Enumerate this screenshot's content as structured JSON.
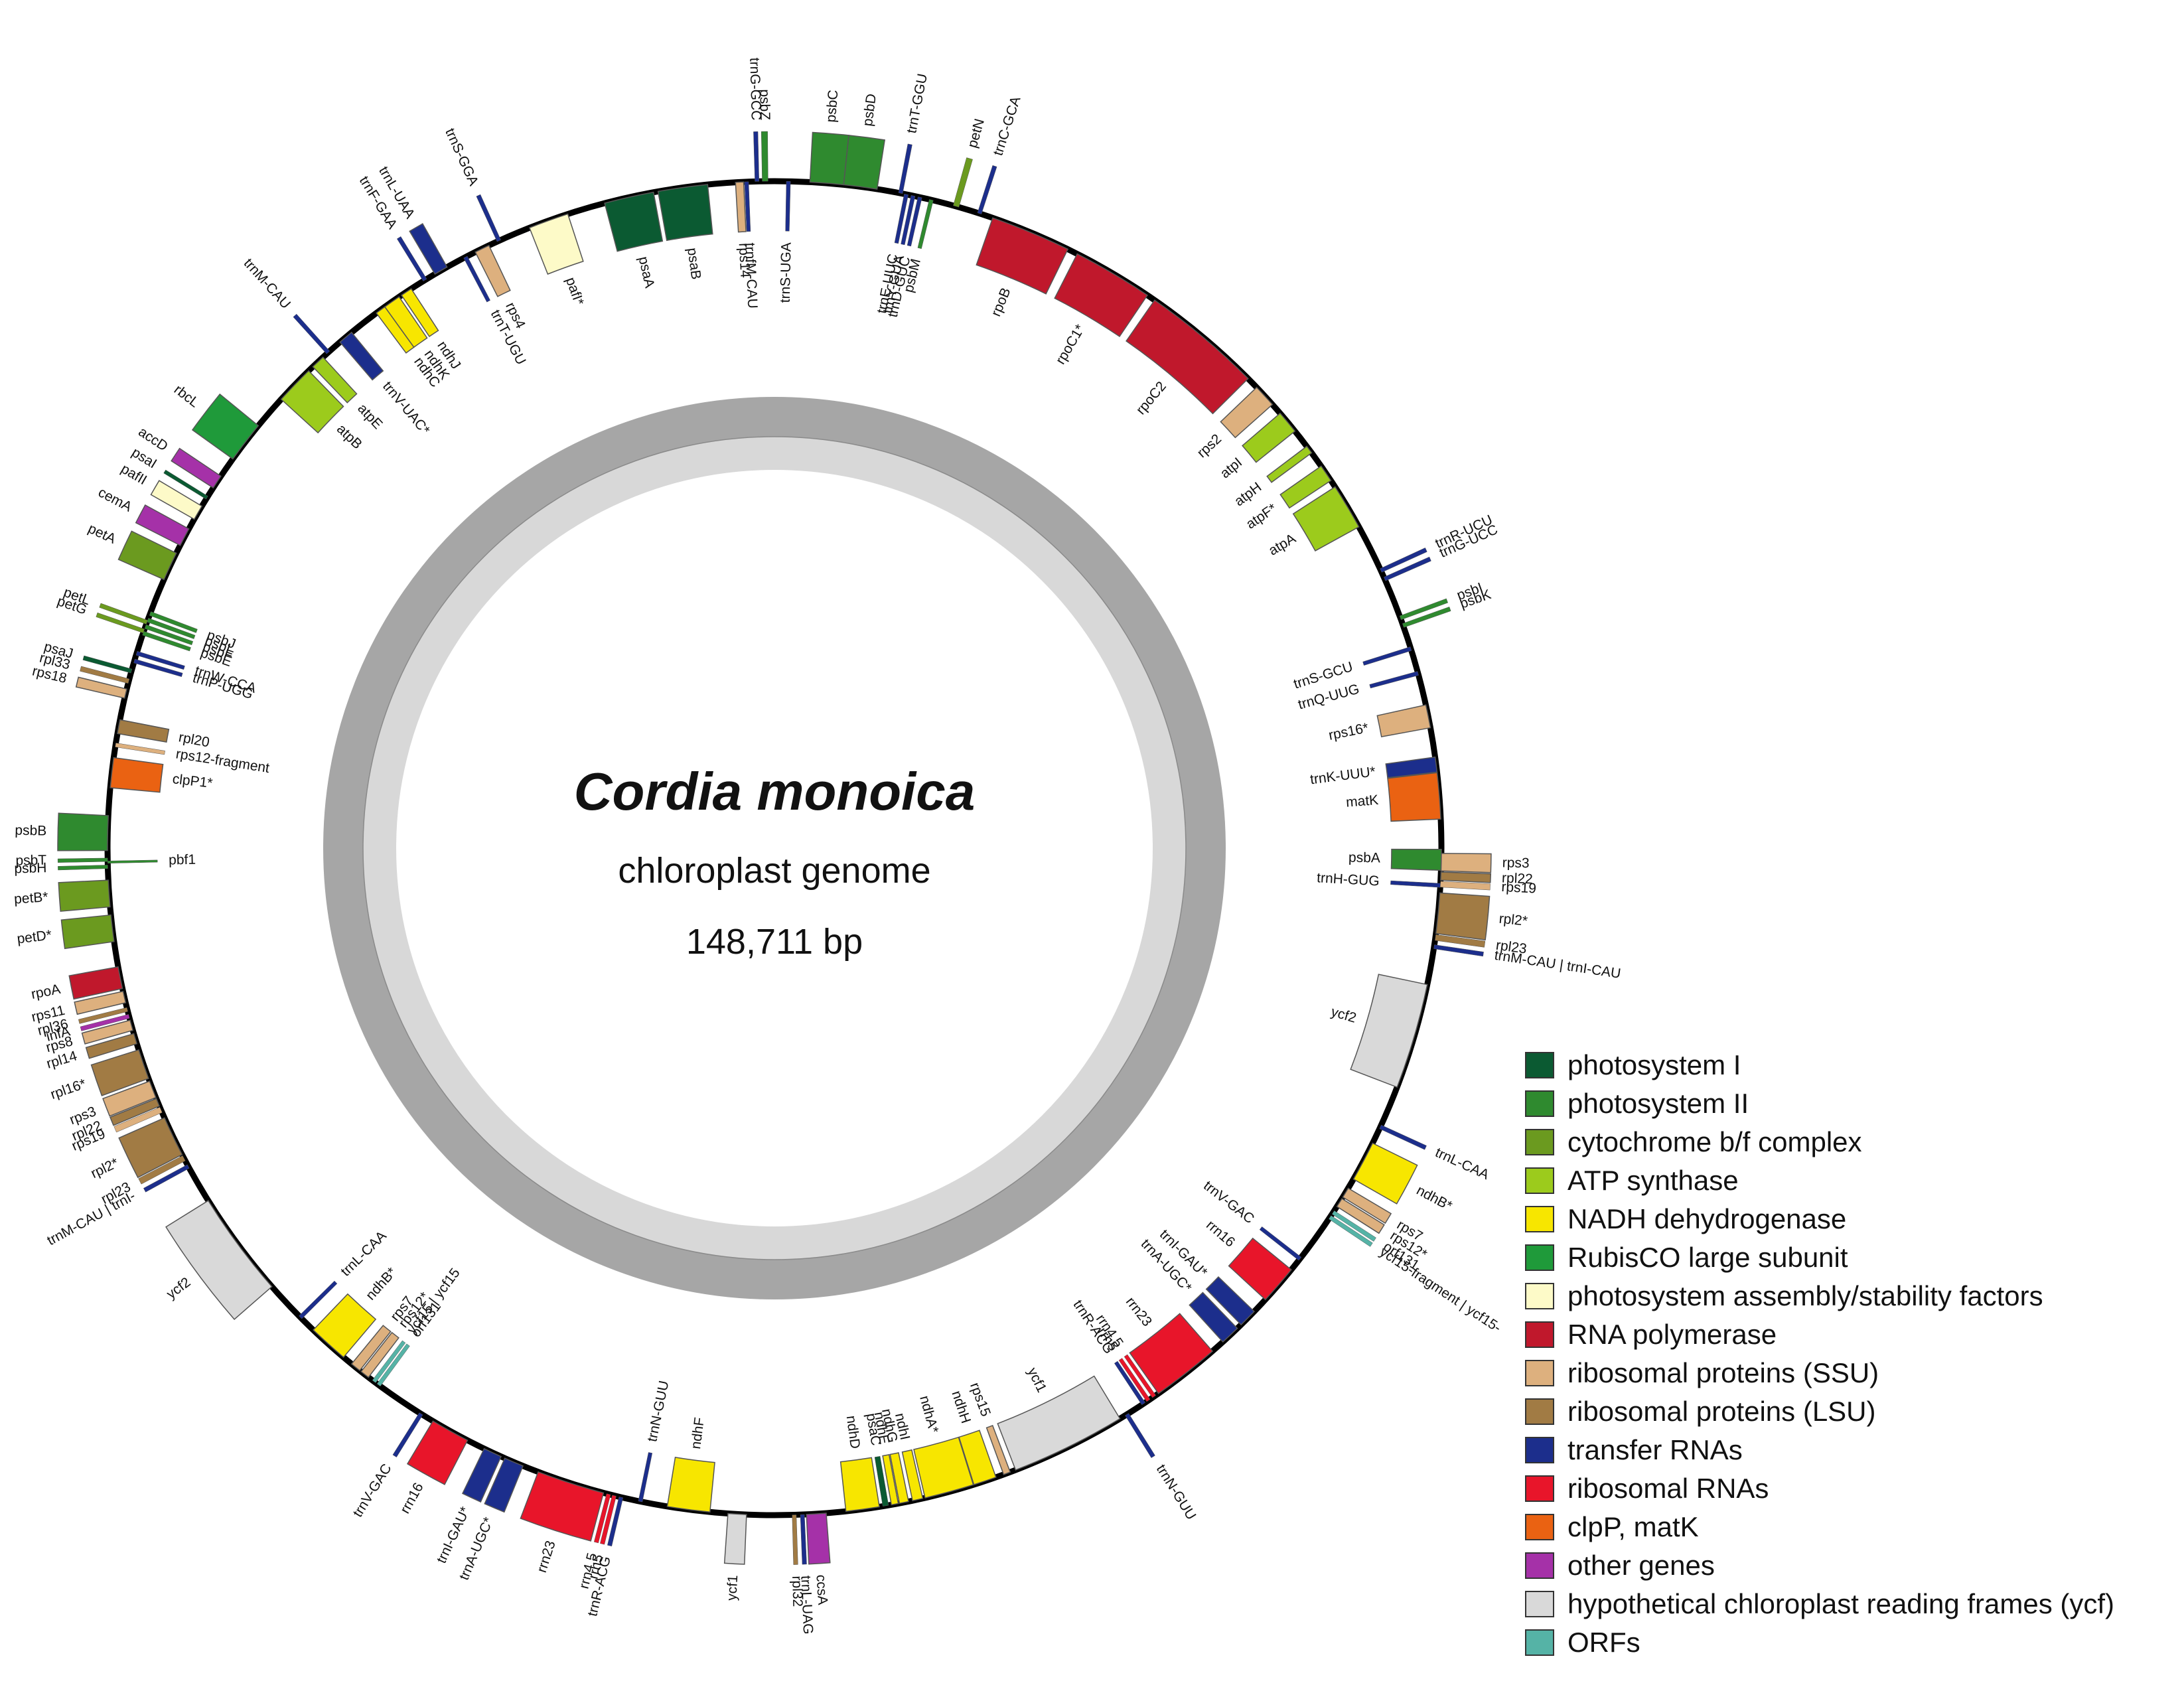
{
  "title": {
    "species": "Cordia monoica",
    "subtitle": "chloroplast genome",
    "length": "148,711 bp"
  },
  "categories": [
    {
      "key": "psI",
      "label": "photosystem I",
      "color": "#0b5a32"
    },
    {
      "key": "psII",
      "label": "photosystem II",
      "color": "#2f8a2f"
    },
    {
      "key": "cytb6f",
      "label": "cytochrome b/f complex",
      "color": "#6b9a1f"
    },
    {
      "key": "atp",
      "label": "ATP synthase",
      "color": "#9ccb1c"
    },
    {
      "key": "ndh",
      "label": "NADH dehydrogenase",
      "color": "#f7e600"
    },
    {
      "key": "rbc",
      "label": "RubisCO large subunit",
      "color": "#1f9a3a"
    },
    {
      "key": "paf",
      "label": "photosystem assembly/stability factors",
      "color": "#fdfac8"
    },
    {
      "key": "rpo",
      "label": "RNA polymerase",
      "color": "#c0182c"
    },
    {
      "key": "rps",
      "label": "ribosomal proteins (SSU)",
      "color": "#ddb07e"
    },
    {
      "key": "rpl",
      "label": "ribosomal proteins (LSU)",
      "color": "#a17b44"
    },
    {
      "key": "trn",
      "label": "transfer RNAs",
      "color": "#1c2e8c"
    },
    {
      "key": "rrn",
      "label": "ribosomal RNAs",
      "color": "#e8152a"
    },
    {
      "key": "clp",
      "label": "clpP, matK",
      "color": "#ea6212"
    },
    {
      "key": "other",
      "label": "other genes",
      "color": "#a531a8"
    },
    {
      "key": "ycf",
      "label": "hypothetical chloroplast reading frames (ycf)",
      "color": "#d9d9d9"
    },
    {
      "key": "orf",
      "label": "ORFs",
      "color": "#55b3a6"
    }
  ],
  "genes": [
    {
      "name": "psbA",
      "cat": "psII",
      "a": 91.0,
      "len": 1.8,
      "out": false
    },
    {
      "name": "trnH-GUG",
      "cat": "trn",
      "a": 93.2,
      "len": 0.35,
      "out": false
    },
    {
      "name": "matK",
      "cat": "clp",
      "a": 85.5,
      "len": 4.0,
      "out": false
    },
    {
      "name": "trnK-UUU*",
      "cat": "trn",
      "a": 82.8,
      "len": 1.3,
      "out": false
    },
    {
      "name": "rps16*",
      "cat": "rps",
      "a": 78.6,
      "len": 2.0,
      "out": false
    },
    {
      "name": "trnQ-UUG",
      "cat": "trn",
      "a": 74.8,
      "len": 0.35,
      "out": false
    },
    {
      "name": "trnS-GCU",
      "cat": "trn",
      "a": 72.6,
      "len": 0.35,
      "out": false
    },
    {
      "name": "psbK",
      "cat": "psII",
      "a": 70.5,
      "len": 0.35,
      "out": true
    },
    {
      "name": "psbI",
      "cat": "psII",
      "a": 69.8,
      "len": 0.35,
      "out": true
    },
    {
      "name": "trnG-UCC",
      "cat": "trn",
      "a": 66.2,
      "len": 0.35,
      "out": true
    },
    {
      "name": "trnR-UCU",
      "cat": "trn",
      "a": 65.4,
      "len": 0.35,
      "out": true
    },
    {
      "name": "atpA",
      "cat": "atp",
      "a": 59.2,
      "len": 4.0,
      "out": false
    },
    {
      "name": "atpF*",
      "cat": "atp",
      "a": 55.8,
      "len": 1.5,
      "out": false
    },
    {
      "name": "atpH",
      "cat": "atp",
      "a": 53.3,
      "len": 0.7,
      "out": false
    },
    {
      "name": "atpI",
      "cat": "atp",
      "a": 50.3,
      "len": 2.0,
      "out": false
    },
    {
      "name": "rps2",
      "cat": "rps",
      "a": 47.3,
      "len": 2.0,
      "out": false
    },
    {
      "name": "rpoC2",
      "cat": "rpo",
      "a": 40.0,
      "len": 10.5,
      "out": false
    },
    {
      "name": "rpoC1*",
      "cat": "rpo",
      "a": 30.5,
      "len": 7.0,
      "out": false
    },
    {
      "name": "rpoB",
      "cat": "rpo",
      "a": 22.6,
      "len": 7.0,
      "out": false
    },
    {
      "name": "trnC-GCA",
      "cat": "trn",
      "a": 17.9,
      "len": 0.35,
      "out": true
    },
    {
      "name": "petN",
      "cat": "cytb6f",
      "a": 15.8,
      "len": 0.5,
      "out": true
    },
    {
      "name": "psbM",
      "cat": "psII",
      "a": 13.6,
      "len": 0.35,
      "out": false
    },
    {
      "name": "trnD-GUC",
      "cat": "trn",
      "a": 12.6,
      "len": 0.35,
      "out": false
    },
    {
      "name": "trnY-GUA",
      "cat": "trn",
      "a": 12.0,
      "len": 0.35,
      "out": false
    },
    {
      "name": "trnE-UUC",
      "cat": "trn",
      "a": 11.4,
      "len": 0.35,
      "out": false
    },
    {
      "name": "trnT-GGU",
      "cat": "trn",
      "a": 10.9,
      "len": 0.35,
      "out": true
    },
    {
      "name": "psbD",
      "cat": "psII",
      "a": 7.4,
      "len": 2.9,
      "out": true
    },
    {
      "name": "psbC",
      "cat": "psII",
      "a": 4.5,
      "len": 2.9,
      "out": true
    },
    {
      "name": "trnS-UGA",
      "cat": "trn",
      "a": 1.2,
      "len": 0.35,
      "out": false
    },
    {
      "name": "psbZ",
      "cat": "psII",
      "a": 359.2,
      "len": 0.5,
      "out": true
    },
    {
      "name": "trnG-GCC",
      "cat": "trn",
      "a": 358.5,
      "len": 0.35,
      "out": true
    },
    {
      "name": "trnfM-CAU",
      "cat": "trn",
      "a": 357.6,
      "len": 0.35,
      "out": false
    },
    {
      "name": "rps14",
      "cat": "rps",
      "a": 357.0,
      "len": 0.7,
      "out": false
    },
    {
      "name": "psaB",
      "cat": "psI",
      "a": 352.1,
      "len": 4.3,
      "out": false
    },
    {
      "name": "psaA",
      "cat": "psI",
      "a": 347.4,
      "len": 4.3,
      "out": false
    },
    {
      "name": "pafI*",
      "cat": "paf",
      "a": 340.2,
      "len": 3.5,
      "out": false
    },
    {
      "name": "trnS-GGA",
      "cat": "trn",
      "a": 335.6,
      "len": 0.35,
      "out": true
    },
    {
      "name": "rps4",
      "cat": "rps",
      "a": 334.0,
      "len": 1.3,
      "out": false
    },
    {
      "name": "trnT-UGU",
      "cat": "trn",
      "a": 332.4,
      "len": 0.35,
      "out": false
    },
    {
      "name": "trnL-UAA",
      "cat": "trn",
      "a": 330.0,
      "len": 1.2,
      "out": true
    },
    {
      "name": "trnF-GAA",
      "cat": "trn",
      "a": 328.4,
      "len": 0.35,
      "out": true
    },
    {
      "name": "ndhJ",
      "cat": "ndh",
      "a": 326.5,
      "len": 1.0,
      "out": false
    },
    {
      "name": "ndhK",
      "cat": "ndh",
      "a": 325.0,
      "len": 1.5,
      "out": false
    },
    {
      "name": "ndhC",
      "cat": "ndh",
      "a": 323.8,
      "len": 0.9,
      "out": false
    },
    {
      "name": "trnV-UAC*",
      "cat": "trn",
      "a": 320.0,
      "len": 1.3,
      "out": false
    },
    {
      "name": "trnM-CAU",
      "cat": "trn",
      "a": 318.0,
      "len": 0.35,
      "out": true
    },
    {
      "name": "atpE",
      "cat": "atp",
      "a": 316.8,
      "len": 1.2,
      "out": false
    },
    {
      "name": "atpB",
      "cat": "atp",
      "a": 314.0,
      "len": 3.4,
      "out": false
    },
    {
      "name": "rbcL",
      "cat": "rbc",
      "a": 307.5,
      "len": 3.6,
      "out": true
    },
    {
      "name": "accD",
      "cat": "other",
      "a": 303.3,
      "len": 1.2,
      "out": true
    },
    {
      "name": "psaI",
      "cat": "psI",
      "a": 301.7,
      "len": 0.3,
      "out": true
    },
    {
      "name": "pafII",
      "cat": "paf",
      "a": 300.2,
      "len": 1.3,
      "out": true
    },
    {
      "name": "cemA",
      "cat": "other",
      "a": 297.8,
      "len": 1.6,
      "out": true
    },
    {
      "name": "petA",
      "cat": "cytb6f",
      "a": 295.0,
      "len": 2.5,
      "out": true
    },
    {
      "name": "psbJ",
      "cat": "psII",
      "a": 290.6,
      "len": 0.35,
      "out": false
    },
    {
      "name": "psbL",
      "cat": "psII",
      "a": 290.0,
      "len": 0.35,
      "out": false
    },
    {
      "name": "psbF",
      "cat": "psII",
      "a": 289.4,
      "len": 0.35,
      "out": false
    },
    {
      "name": "psbE",
      "cat": "psII",
      "a": 288.8,
      "len": 0.35,
      "out": false
    },
    {
      "name": "petL",
      "cat": "cytb6f",
      "a": 289.8,
      "len": 0.35,
      "out": true
    },
    {
      "name": "petG",
      "cat": "cytb6f",
      "a": 289.0,
      "len": 0.35,
      "out": true
    },
    {
      "name": "trnW-CCA",
      "cat": "trn",
      "a": 287.0,
      "len": 0.35,
      "out": false
    },
    {
      "name": "trnP-UGG",
      "cat": "trn",
      "a": 286.3,
      "len": 0.35,
      "out": false
    },
    {
      "name": "psaJ",
      "cat": "psI",
      "a": 285.4,
      "len": 0.35,
      "out": true
    },
    {
      "name": "rpl33",
      "cat": "rpl",
      "a": 284.5,
      "len": 0.4,
      "out": true
    },
    {
      "name": "rps18",
      "cat": "rps",
      "a": 283.4,
      "len": 0.8,
      "out": true
    },
    {
      "name": "rpl20",
      "cat": "rpl",
      "a": 280.5,
      "len": 1.2,
      "out": false
    },
    {
      "name": "rps12-fragment",
      "cat": "rps",
      "a": 278.9,
      "len": 0.35,
      "out": false
    },
    {
      "name": "clpP1*",
      "cat": "clp",
      "a": 276.5,
      "len": 2.6,
      "out": false
    },
    {
      "name": "psbB",
      "cat": "psII",
      "a": 271.3,
      "len": 3.0,
      "out": true
    },
    {
      "name": "psbT",
      "cat": "psII",
      "a": 269.0,
      "len": 0.3,
      "out": true
    },
    {
      "name": "psbH",
      "cat": "psII",
      "a": 268.4,
      "len": 0.3,
      "out": true
    },
    {
      "name": "pbf1",
      "cat": "psII",
      "a": 268.8,
      "len": 0.2,
      "out": false
    },
    {
      "name": "petB*",
      "cat": "cytb6f",
      "a": 266.1,
      "len": 2.3,
      "out": true
    },
    {
      "name": "petD*",
      "cat": "cytb6f",
      "a": 263.1,
      "len": 2.3,
      "out": true
    },
    {
      "name": "rpoA",
      "cat": "rpo",
      "a": 258.8,
      "len": 1.9,
      "out": true
    },
    {
      "name": "rps11",
      "cat": "rps",
      "a": 257.1,
      "len": 1.0,
      "out": true
    },
    {
      "name": "rpl36",
      "cat": "rpl",
      "a": 256.0,
      "len": 0.35,
      "out": true
    },
    {
      "name": "infA",
      "cat": "other",
      "a": 255.4,
      "len": 0.35,
      "out": true
    },
    {
      "name": "rps8",
      "cat": "rps",
      "a": 254.6,
      "len": 0.9,
      "out": true
    },
    {
      "name": "rpl14",
      "cat": "rpl",
      "a": 253.4,
      "len": 0.9,
      "out": true
    },
    {
      "name": "rpl16*",
      "cat": "rpl",
      "a": 251.1,
      "len": 2.6,
      "out": true
    },
    {
      "name": "rps3",
      "cat": "rps",
      "a": 248.8,
      "len": 1.5,
      "out": true
    },
    {
      "name": "rpl22",
      "cat": "rpl",
      "a": 247.6,
      "len": 0.7,
      "out": true
    },
    {
      "name": "rps19",
      "cat": "rps",
      "a": 246.9,
      "len": 0.5,
      "out": true
    },
    {
      "name": "rpl2*",
      "cat": "rpl",
      "a": 244.4,
      "len": 3.5,
      "out": true
    },
    {
      "name": "rpl23",
      "cat": "rpl",
      "a": 242.3,
      "len": 0.5,
      "out": true
    },
    {
      "name": "trnM-CAU | trnI-",
      "cat": "trn",
      "a": 241.5,
      "len": 0.35,
      "out": true
    },
    {
      "name": "ycf2",
      "cat": "ycf",
      "a": 233.5,
      "len": 9.2,
      "out": true
    },
    {
      "name": "trnL-CAA",
      "cat": "trn",
      "a": 225.3,
      "len": 0.35,
      "out": false
    },
    {
      "name": "ndhB*",
      "cat": "ndh",
      "a": 222.0,
      "len": 3.5,
      "out": false
    },
    {
      "name": "rps7",
      "cat": "rps",
      "a": 218.9,
      "len": 0.9,
      "out": false
    },
    {
      "name": "rps12*",
      "cat": "rps",
      "a": 217.9,
      "len": 0.8,
      "out": false
    },
    {
      "name": "ycf15 | ycf15",
      "cat": "orf",
      "a": 216.9,
      "len": 0.35,
      "out": false
    },
    {
      "name": "orf131",
      "cat": "orf",
      "a": 216.4,
      "len": 0.35,
      "out": false
    },
    {
      "name": "trnV-GAC",
      "cat": "trn",
      "a": 212.0,
      "len": 0.35,
      "out": true
    },
    {
      "name": "rrn16",
      "cat": "rrn",
      "a": 209.1,
      "len": 3.4,
      "out": true
    },
    {
      "name": "trnI-GAU*",
      "cat": "trn",
      "a": 205.0,
      "len": 1.6,
      "out": true
    },
    {
      "name": "trnA-UGC*",
      "cat": "trn",
      "a": 203.0,
      "len": 1.7,
      "out": true
    },
    {
      "name": "rrn23",
      "cat": "rrn",
      "a": 197.8,
      "len": 5.9,
      "out": true
    },
    {
      "name": "rrn4.5",
      "cat": "rrn",
      "a": 194.4,
      "len": 0.35,
      "out": true
    },
    {
      "name": "rrn5",
      "cat": "rrn",
      "a": 193.9,
      "len": 0.35,
      "out": true
    },
    {
      "name": "trnR-ACG",
      "cat": "trn",
      "a": 193.3,
      "len": 0.35,
      "out": true
    },
    {
      "name": "trnN-GUU",
      "cat": "trn",
      "a": 191.6,
      "len": 0.35,
      "out": false
    },
    {
      "name": "ndhF",
      "cat": "ndh",
      "a": 187.4,
      "len": 3.7,
      "out": false
    },
    {
      "name": "ycf1",
      "cat": "ycf",
      "a": 183.2,
      "len": 1.6,
      "out": true
    },
    {
      "name": "rpl32",
      "cat": "rpl",
      "a": 178.3,
      "len": 0.35,
      "out": true
    },
    {
      "name": "trnL-UAG",
      "cat": "trn",
      "a": 177.6,
      "len": 0.35,
      "out": true
    },
    {
      "name": "ccsA",
      "cat": "other",
      "a": 176.4,
      "len": 1.7,
      "out": true
    },
    {
      "name": "ndhD",
      "cat": "ndh",
      "a": 172.4,
      "len": 2.9,
      "out": false
    },
    {
      "name": "psaC",
      "cat": "psI",
      "a": 170.4,
      "len": 0.5,
      "out": false
    },
    {
      "name": "ndhE",
      "cat": "ndh",
      "a": 169.6,
      "len": 0.6,
      "out": false
    },
    {
      "name": "ndhG",
      "cat": "ndh",
      "a": 168.8,
      "len": 0.8,
      "out": false
    },
    {
      "name": "ndhI",
      "cat": "ndh",
      "a": 167.6,
      "len": 0.9,
      "out": false
    },
    {
      "name": "ndhA*",
      "cat": "ndh",
      "a": 164.8,
      "len": 4.3,
      "out": false
    },
    {
      "name": "ndhH",
      "cat": "ndh",
      "a": 161.6,
      "len": 2.0,
      "out": false
    },
    {
      "name": "rps15",
      "cat": "rps",
      "a": 159.6,
      "len": 0.6,
      "out": false
    },
    {
      "name": "ycf1",
      "cat": "ycf",
      "a": 153.8,
      "len": 10.0,
      "out": false
    },
    {
      "name": "trnN-GUU",
      "cat": "trn",
      "a": 148.1,
      "len": 0.35,
      "out": true
    },
    {
      "name": "trnR-ACG",
      "cat": "trn",
      "a": 146.4,
      "len": 0.35,
      "out": false
    },
    {
      "name": "rrn5",
      "cat": "rrn",
      "a": 145.9,
      "len": 0.35,
      "out": false
    },
    {
      "name": "rrn4.5",
      "cat": "rrn",
      "a": 145.3,
      "len": 0.35,
      "out": false
    },
    {
      "name": "rrn23",
      "cat": "rrn",
      "a": 141.9,
      "len": 5.9,
      "out": false
    },
    {
      "name": "trnA-UGC*",
      "cat": "trn",
      "a": 136.9,
      "len": 1.7,
      "out": false
    },
    {
      "name": "trnI-GAU*",
      "cat": "trn",
      "a": 134.8,
      "len": 1.6,
      "out": false
    },
    {
      "name": "rrn16",
      "cat": "rrn",
      "a": 130.9,
      "len": 3.4,
      "out": false
    },
    {
      "name": "trnV-GAC",
      "cat": "trn",
      "a": 128.0,
      "len": 0.35,
      "out": false
    },
    {
      "name": "ycf15-fragment | ycf15-",
      "cat": "orf",
      "a": 123.6,
      "len": 0.35,
      "out": true
    },
    {
      "name": "orf131",
      "cat": "orf",
      "a": 123.1,
      "len": 0.35,
      "out": true
    },
    {
      "name": "rps12*",
      "cat": "rps",
      "a": 122.1,
      "len": 0.8,
      "out": true
    },
    {
      "name": "rps7",
      "cat": "rps",
      "a": 121.1,
      "len": 0.9,
      "out": true
    },
    {
      "name": "ndhB*",
      "cat": "ndh",
      "a": 118.0,
      "len": 3.5,
      "out": true
    },
    {
      "name": "trnL-CAA",
      "cat": "trn",
      "a": 114.7,
      "len": 0.35,
      "out": true
    },
    {
      "name": "ycf2",
      "cat": "ycf",
      "a": 106.4,
      "len": 9.2,
      "out": false
    },
    {
      "name": "trnM-CAU | trnI-CAU",
      "cat": "trn",
      "a": 98.5,
      "len": 0.35,
      "out": true
    },
    {
      "name": "rpl23",
      "cat": "rpl",
      "a": 97.7,
      "len": 0.5,
      "out": true
    },
    {
      "name": "rpl2*",
      "cat": "rpl",
      "a": 95.6,
      "len": 3.5,
      "out": true
    },
    {
      "name": "rps19",
      "cat": "rps",
      "a": 93.1,
      "len": 0.5,
      "out": true
    },
    {
      "name": "rpl22",
      "cat": "rpl",
      "a": 92.4,
      "len": 0.7,
      "out": true
    },
    {
      "name": "rps3",
      "cat": "rps",
      "a": 91.2,
      "len": 1.5,
      "out": true
    }
  ]
}
